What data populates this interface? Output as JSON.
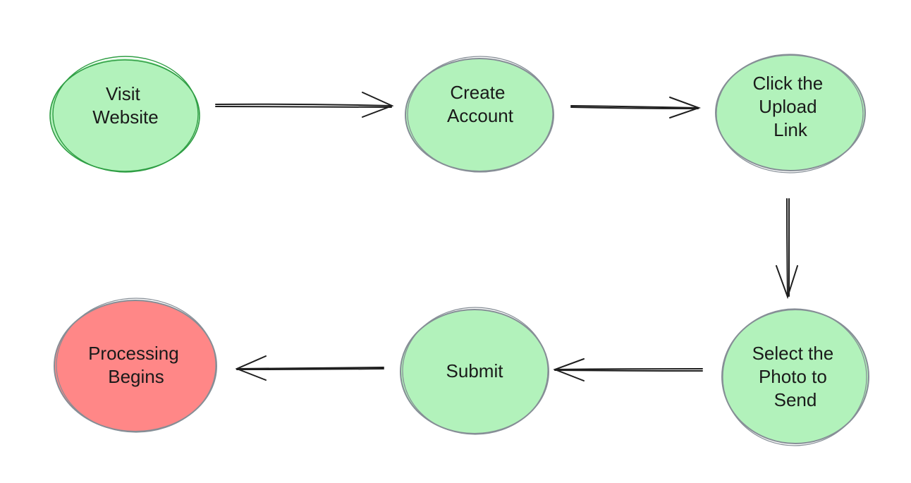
{
  "diagram": {
    "nodes": [
      {
        "id": "visit",
        "lines": [
          "Visit",
          "Website"
        ],
        "fill": "#b2f2bb",
        "stroke": "#2f9e44"
      },
      {
        "id": "create",
        "lines": [
          "Create",
          "Account"
        ],
        "fill": "#b2f2bb",
        "stroke": "#868e96"
      },
      {
        "id": "upload",
        "lines": [
          "Click the",
          "Upload",
          "Link"
        ],
        "fill": "#b2f2bb",
        "stroke": "#868e96"
      },
      {
        "id": "select",
        "lines": [
          "Select the",
          "Photo to",
          "Send"
        ],
        "fill": "#b2f2bb",
        "stroke": "#868e96"
      },
      {
        "id": "submit",
        "lines": [
          "Submit"
        ],
        "fill": "#b2f2bb",
        "stroke": "#868e96"
      },
      {
        "id": "processing",
        "lines": [
          "Processing",
          "Begins"
        ],
        "fill": "#ff8787",
        "stroke": "#868e96"
      }
    ],
    "edges": [
      {
        "from": "visit",
        "to": "create"
      },
      {
        "from": "create",
        "to": "upload"
      },
      {
        "from": "upload",
        "to": "select"
      },
      {
        "from": "select",
        "to": "submit"
      },
      {
        "from": "submit",
        "to": "processing"
      }
    ]
  }
}
